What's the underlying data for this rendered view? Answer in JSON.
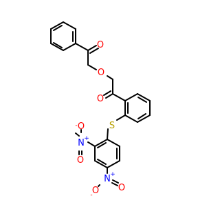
{
  "molecule": {
    "atoms": {
      "ketone_o": "O",
      "ester_o_single": "O",
      "ester_o_double": "O",
      "sulfur": "S",
      "nitro1_o_minus": "O",
      "nitro1_n": "N",
      "nitro1_o": "O",
      "nitro2_n": "N",
      "nitro2_o_minus": "O",
      "nitro2_o": "O"
    },
    "charges": {
      "nitro1_n": "+",
      "nitro1_o_minus": "-",
      "nitro2_n": "+",
      "nitro2_o_minus": "-"
    },
    "colors": {
      "bond": "#000000",
      "oxygen": "#ff0000",
      "nitrogen": "#0000ff",
      "sulfur": "#b8a000"
    }
  }
}
